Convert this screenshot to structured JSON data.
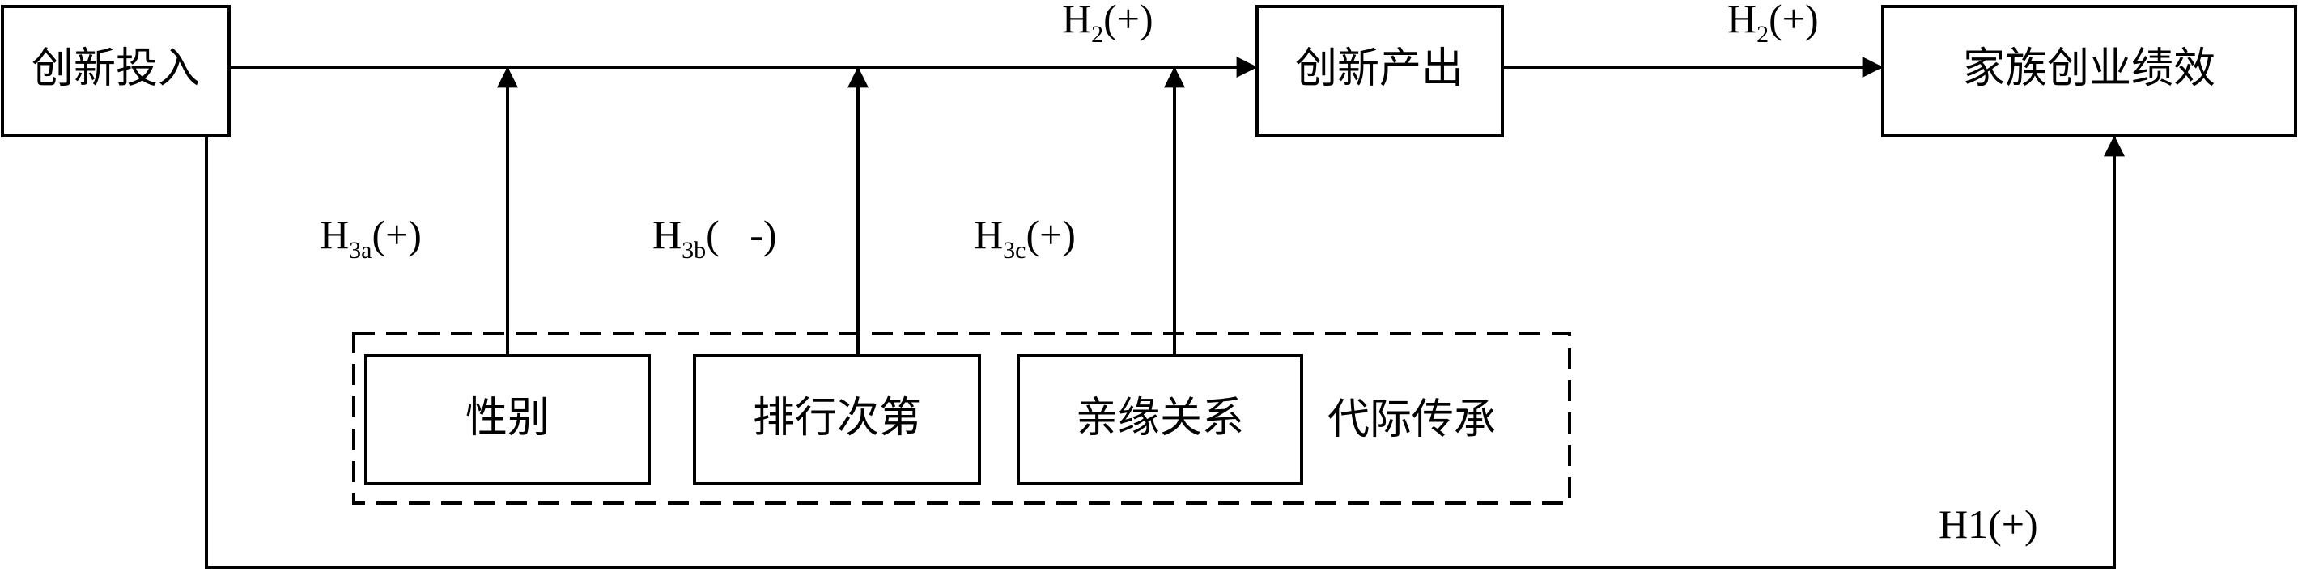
{
  "boxes": {
    "innovation_input": "创新投入",
    "innovation_output": "创新产出",
    "performance": "家族创业绩效",
    "gender": "性别",
    "birth_order": "排行次第",
    "kinship": "亲缘关系"
  },
  "group_label": "代际传承",
  "hypotheses": {
    "h2_first": {
      "main": "H",
      "sub": "2",
      "sign": "(+)"
    },
    "h2_second": {
      "main": "H",
      "sub": "2",
      "sign": "(+)"
    },
    "h3a": {
      "main": "H",
      "sub": "3a",
      "sign": "(+)"
    },
    "h3b": {
      "main": "H",
      "sub": "3b",
      "sign": "(   -)"
    },
    "h3c": {
      "main": "H",
      "sub": "3c",
      "sign": "(+)"
    },
    "h1": "H1(+)"
  },
  "colors": {
    "stroke": "#000000",
    "background": "#ffffff"
  }
}
